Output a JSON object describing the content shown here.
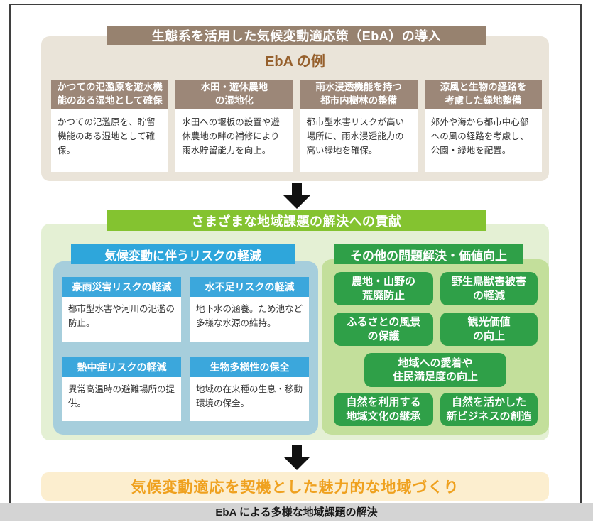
{
  "top": {
    "title": "生態系を活用した気候変動適応策（EbA）の導入",
    "examples_title": "EbA の例",
    "columns": [
      {
        "header": "かつての氾濫原を遊水機\n能のある湿地として確保",
        "body": "かつての氾濫原を、貯留機能のある湿地として確保。"
      },
      {
        "header": "水田・遊休農地\nの湿地化",
        "body": "水田への堰板の設置や遊休農地の畔の補修により雨水貯留能力を向上。"
      },
      {
        "header": "雨水浸透機能を持つ\n都市内樹林の整備",
        "body": "都市型水害リスクが高い場所に、雨水浸透能力の高い緑地を確保。"
      },
      {
        "header": "涼風と生物の経路を\n考慮した緑地整備",
        "body": "郊外や海から都市中心部への風の経路を考慮し、公園・緑地を配置。"
      }
    ]
  },
  "middle": {
    "title": "さまざまな地域課題の解決への貢献",
    "risk": {
      "title": "気候変動に伴うリスクの軽減",
      "boxes": [
        {
          "header": "豪雨災害リスクの軽減",
          "body": "都市型水害や河川の氾濫の防止。"
        },
        {
          "header": "水不足リスクの軽減",
          "body": "地下水の涵養。ため池など多様な水源の維持。"
        },
        {
          "header": "熱中症リスクの軽減",
          "body": "異常高温時の避難場所の提供。"
        },
        {
          "header": "生物多様性の保全",
          "body": "地域の在来種の生息・移動環境の保全。"
        }
      ]
    },
    "other": {
      "title": "その他の問題解決・価値向上",
      "items": [
        "農地・山野の\n荒廃防止",
        "野生鳥獣害被害\nの軽減",
        "ふるさとの風景\nの保護",
        "観光価値\nの向上",
        "地域への愛着や\n住民満足度の向上",
        "自然を利用する\n地域文化の継承",
        "自然を活かした\n新ビジネスの創造"
      ]
    }
  },
  "bottom": {
    "banner": "気候変動適応を契機とした魅力的な地域づくり",
    "caption": "EbA による多様な地域課題の解決"
  },
  "colors": {
    "taupe_header": "#97826F",
    "taupe_column_header": "#9C8778",
    "beige_panel": "#EAE4D9",
    "brown_text": "#96602D",
    "green_title_bar": "#84C330",
    "pale_green_panel": "#E4F0D4",
    "blue_header": "#2EA6DB",
    "blue_box_header": "#3BA7DC",
    "blue_panel": "#A6CEDC",
    "dark_green": "#2FA048",
    "green_panel": "#C3DF9B",
    "cream_banner": "#FCEECF",
    "orange_text": "#EFA11F",
    "caption_gray": "#D4D4D4",
    "arrow_black": "#111111"
  }
}
